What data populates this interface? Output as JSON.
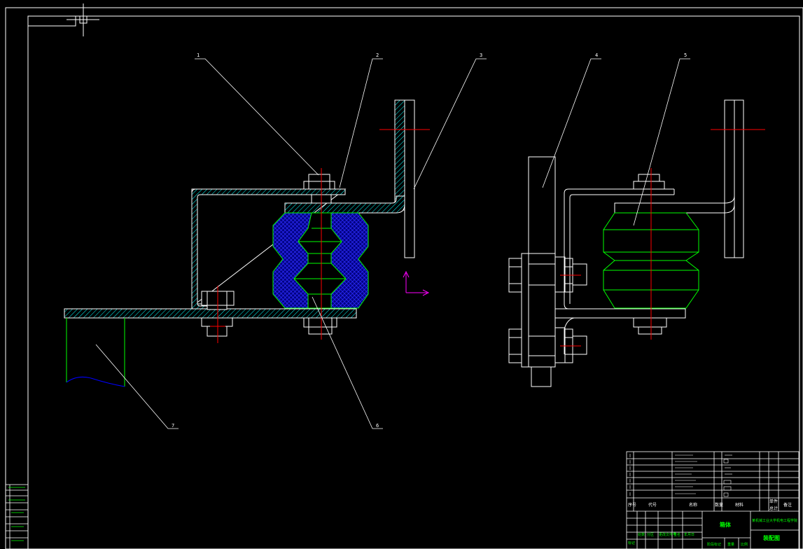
{
  "drawing": {
    "balloons": [
      {
        "number": "1"
      },
      {
        "number": "2"
      },
      {
        "number": "3"
      },
      {
        "number": "4"
      },
      {
        "number": "5"
      },
      {
        "number": "6"
      },
      {
        "number": "7"
      }
    ]
  },
  "title_block": {
    "header_row": [
      "序号",
      "代号",
      "名称",
      "数量",
      "材料",
      "单件",
      "总计",
      "备注"
    ],
    "title": "箱体",
    "subtitle": "某机械工业大学机电工程学院",
    "drawing_name": "装配图",
    "bottom_row": [
      "标记",
      "处数",
      "分区",
      "更改文件号",
      "签名",
      "年月日",
      "阶段标记",
      "重量",
      "比例"
    ]
  },
  "colors": {
    "line": "#ffffff",
    "hatch": "#00ffff",
    "rubber": "#0000ff",
    "rubber_outline": "#00ff00",
    "center": "#ff0000",
    "ucs": "#ff00ff"
  }
}
